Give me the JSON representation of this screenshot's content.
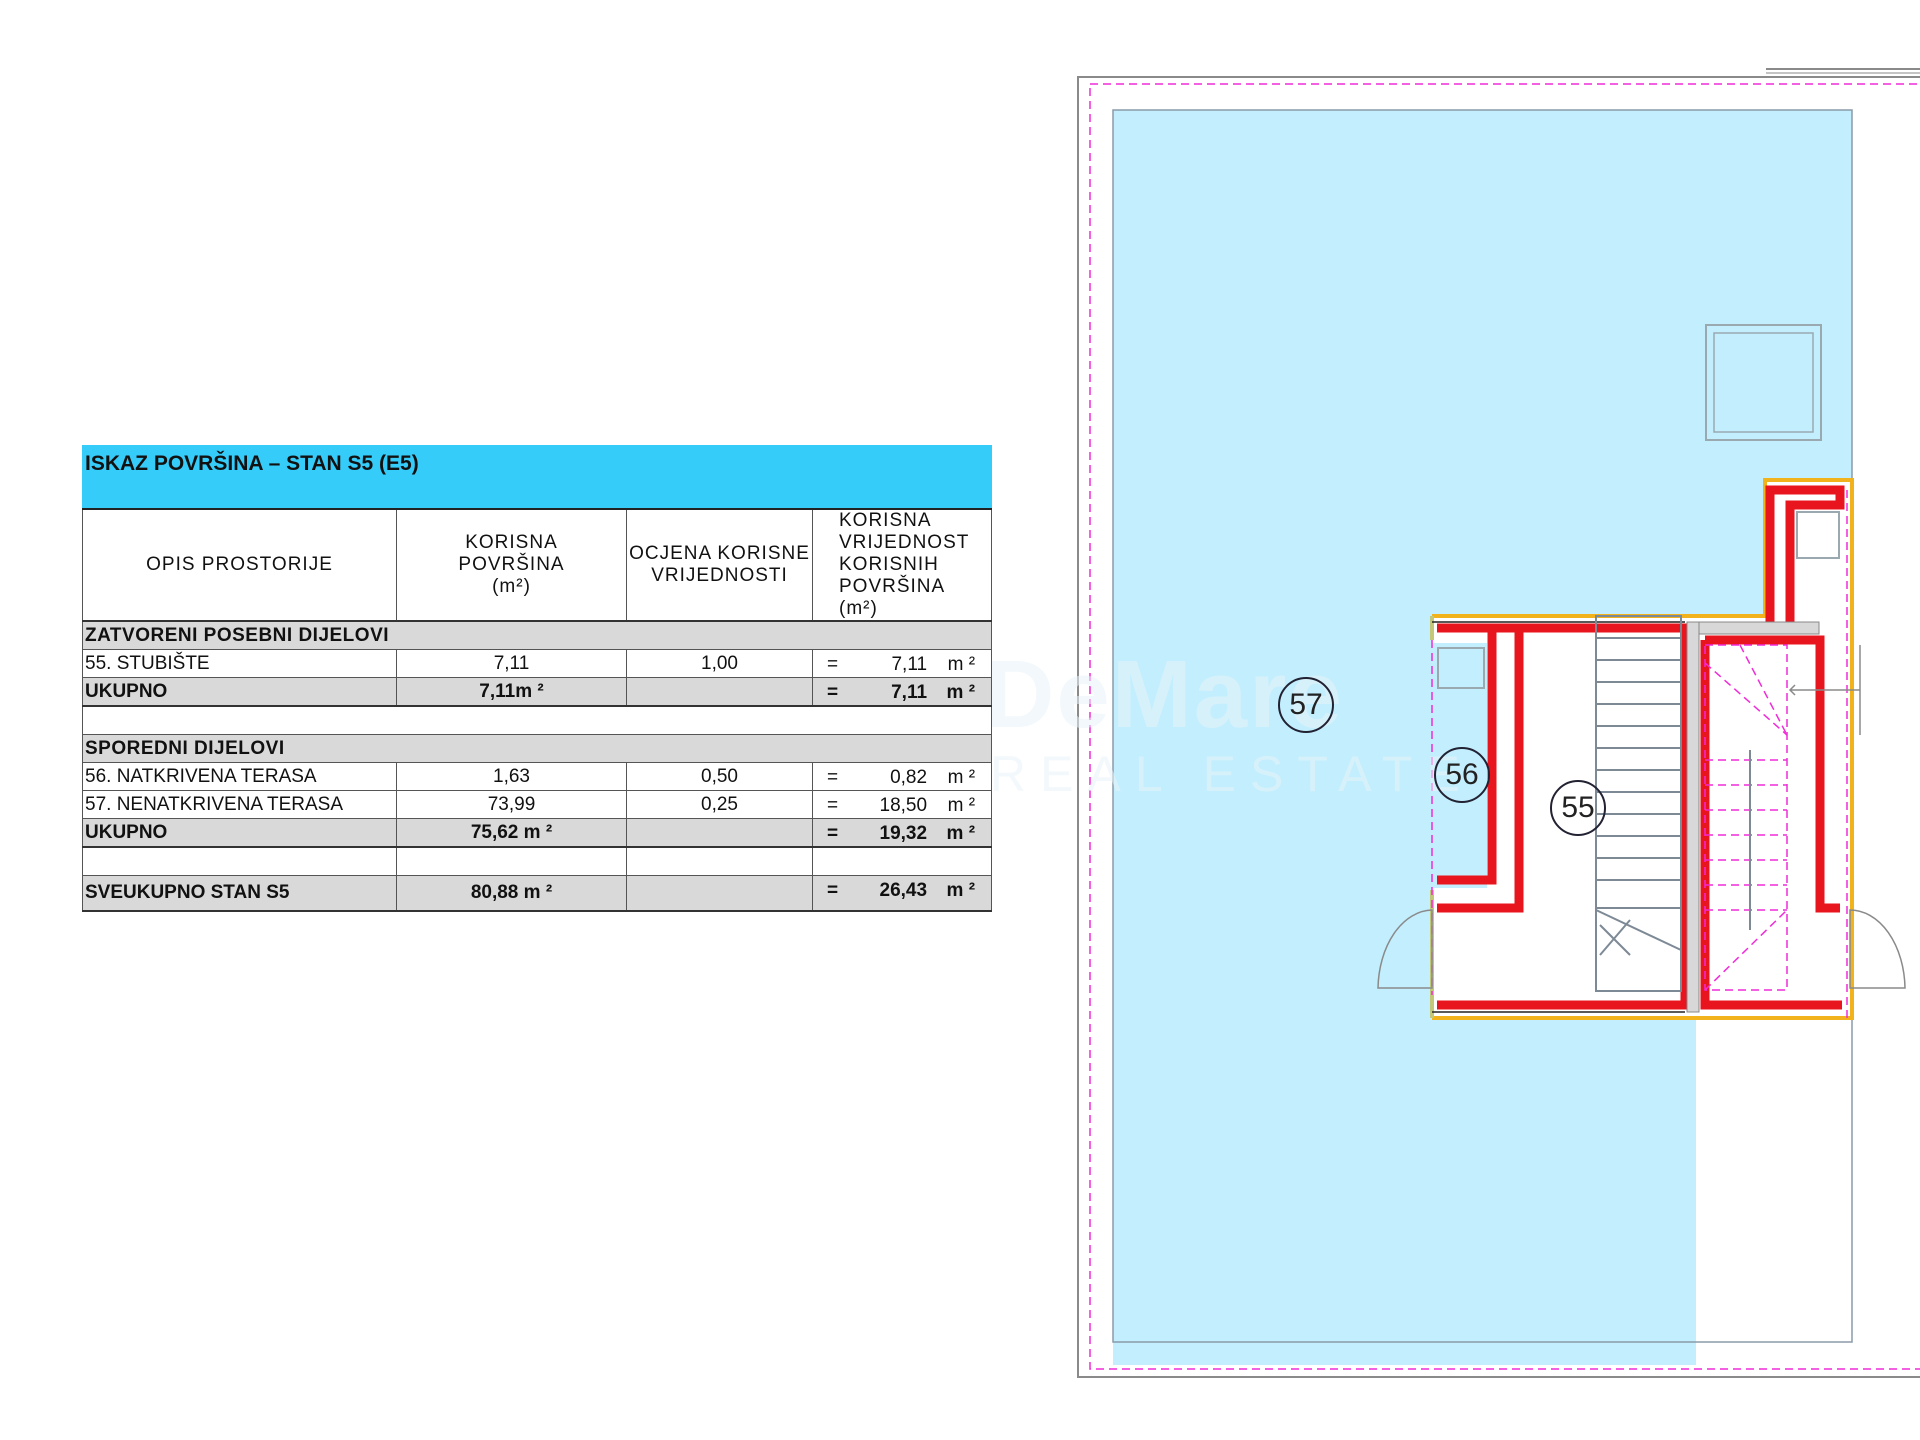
{
  "table": {
    "title": "ISKAZ POVRŠINA – STAN S5 (E5)",
    "columns": {
      "c1": "OPIS PROSTORIJE",
      "c2_line1": "KORISNA",
      "c2_line2": "POVRŠINA",
      "c2_line3": "(m²)",
      "c3_line1": "OCJENA KORISNE",
      "c3_line2": "VRIJEDNOSTI",
      "c4_line1": "KORISNA",
      "c4_line2": "VRIJEDNOST",
      "c4_line3": "KORISNIH",
      "c4_line4": "POVRŠINA (m²)"
    },
    "section1": {
      "title": "ZATVORENI POSEBNI DIJELOVI",
      "rows": [
        {
          "name": "55. STUBIŠTE",
          "area": "7,11",
          "coef": "1,00",
          "eq": "=",
          "value": "7,11",
          "unit": "m ²"
        }
      ],
      "sum": {
        "label": "UKUPNO",
        "area": "7,11m ²",
        "eq": "=",
        "value": "7,11",
        "unit": "m ²"
      }
    },
    "section2": {
      "title": "SPOREDNI  DIJELOVI",
      "rows": [
        {
          "name": "56. NATKRIVENA TERASA",
          "area": "1,63",
          "coef": "0,50",
          "eq": "=",
          "value": "0,82",
          "unit": "m ²"
        },
        {
          "name": "57. NENATKRIVENA TERASA",
          "area": "73,99",
          "coef": "0,25",
          "eq": "=",
          "value": "18,50",
          "unit": "m ²"
        }
      ],
      "sum": {
        "label": "UKUPNO",
        "area": "75,62 m ²",
        "eq": "=",
        "value": "19,32",
        "unit": "m ²"
      }
    },
    "total": {
      "label": "SVEUKUPNO STAN S5",
      "area": "80,88 m ²",
      "eq": "=",
      "value": "26,43",
      "unit": "m ²"
    }
  },
  "plan": {
    "room_labels": {
      "r55": "55",
      "r56": "56",
      "r57": "57"
    },
    "colors": {
      "terrace_fill": "#c2eefe",
      "wall_red": "#e8141e",
      "wall_outline_yellow": "#f2b21b",
      "wall_outline_olive": "#c3c77a",
      "dashed_magenta": "#f02bd8",
      "table_header_blue": "#35ccfa"
    }
  },
  "watermark": {
    "brand": "DeMare",
    "tagline": "REAL ESTATE"
  }
}
